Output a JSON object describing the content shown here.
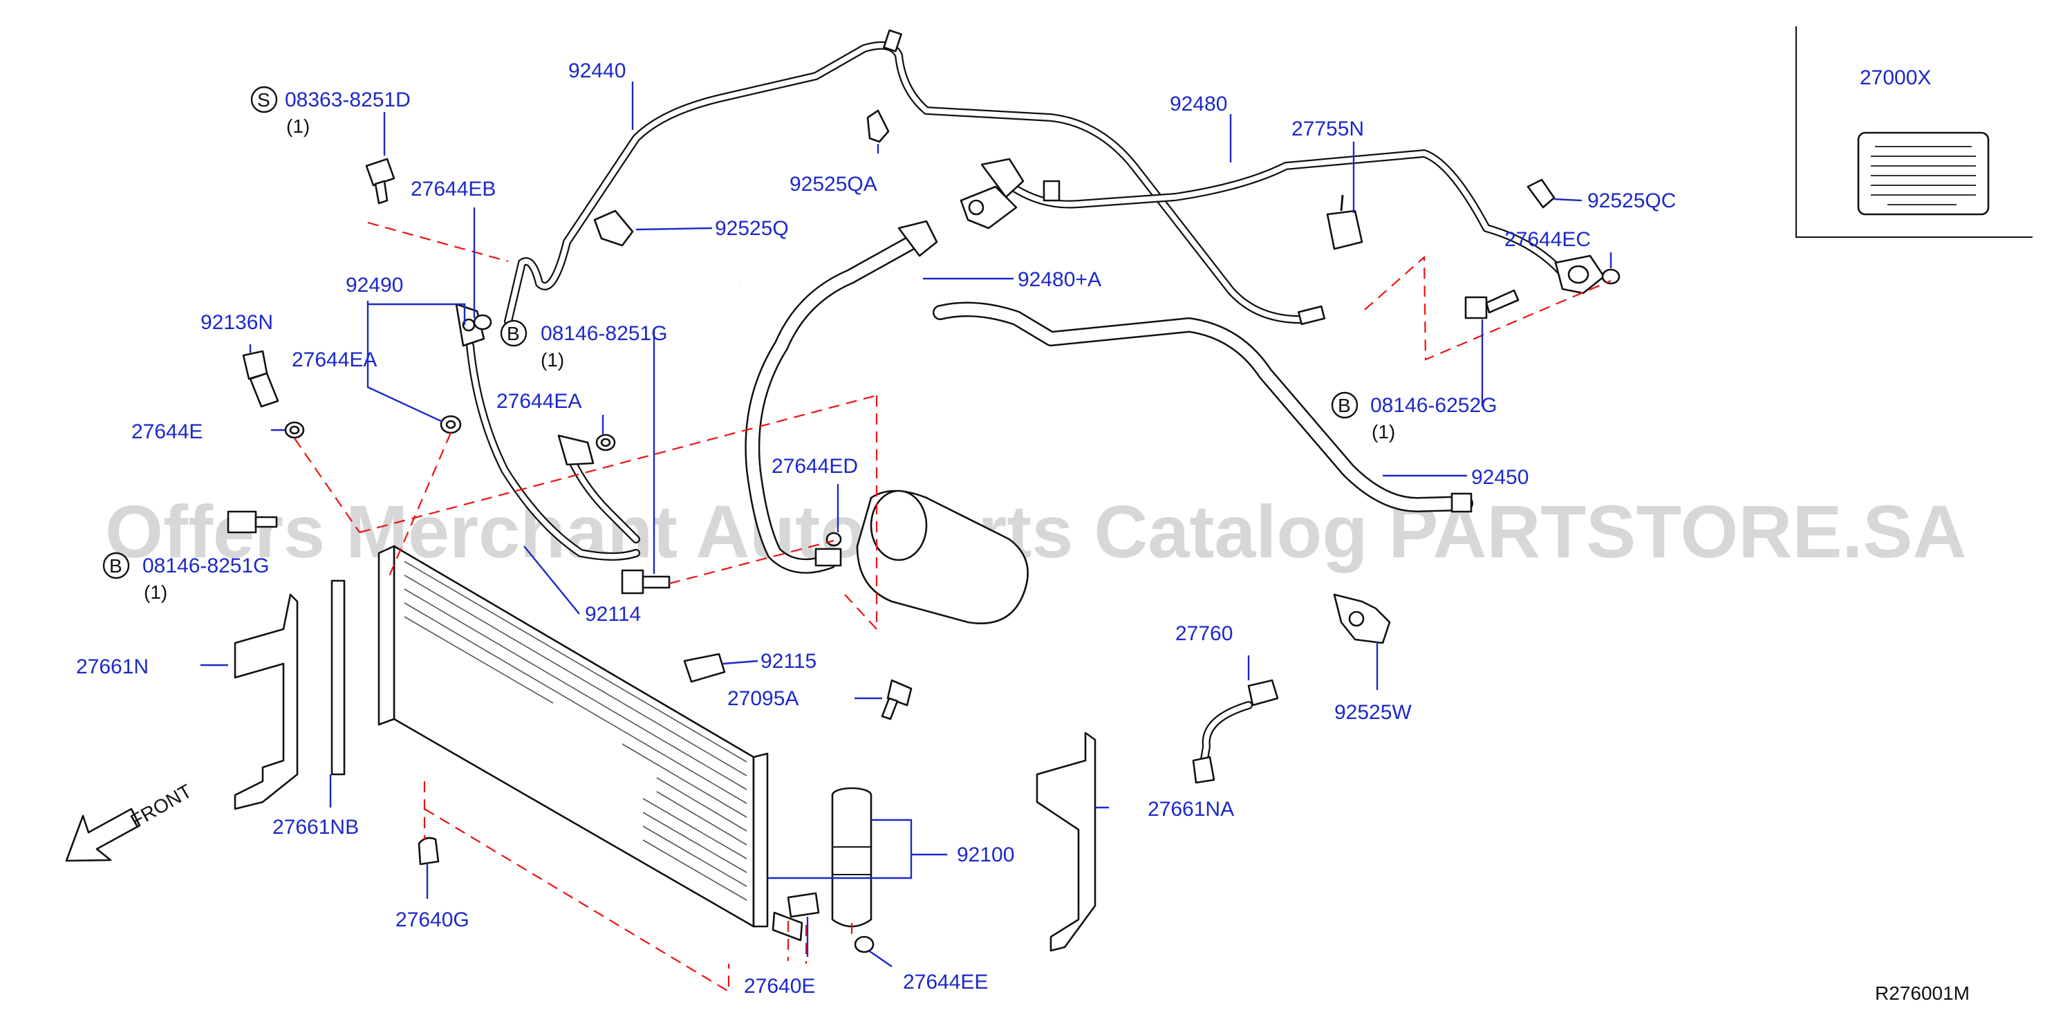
{
  "watermark": "Offers Merchant Auto Parts Catalog PARTSTORE.SA",
  "diagram_code": "R276001M",
  "front_label": "FRONT",
  "part_labels": {
    "p92440": "92440",
    "p92480": "92480",
    "p27755N": "27755N",
    "p27000X": "27000X",
    "p08363": "08363-8251D",
    "p08363_qty": "(1)",
    "p08363_prefix": "S",
    "p27644EB": "27644EB",
    "p92525QA": "92525QA",
    "p92525QC": "92525QC",
    "p92525Q": "92525Q",
    "p27644EC": "27644EC",
    "p92490": "92490",
    "p08146a": "08146-8251G",
    "p08146a_qty": "(1)",
    "p08146a_prefix": "B",
    "p92480A": "92480+A",
    "p92136N": "92136N",
    "p27644EA1": "27644EA",
    "p27644EA2": "27644EA",
    "p08146c": "08146-6252G",
    "p08146c_qty": "(1)",
    "p08146c_prefix": "B",
    "p27644E": "27644E",
    "p27644ED": "27644ED",
    "p92450": "92450",
    "p08146b": "08146-8251G",
    "p08146b_qty": "(1)",
    "p08146b_prefix": "B",
    "p92114": "92114",
    "p27760": "27760",
    "p92115": "92115",
    "p27661N": "27661N",
    "p27095A": "27095A",
    "p92525W": "92525W",
    "p27661NB": "27661NB",
    "p92100": "92100",
    "p27661NA": "27661NA",
    "p27640G": "27640G",
    "p27640E": "27640E",
    "p27644EE": "27644EE"
  }
}
